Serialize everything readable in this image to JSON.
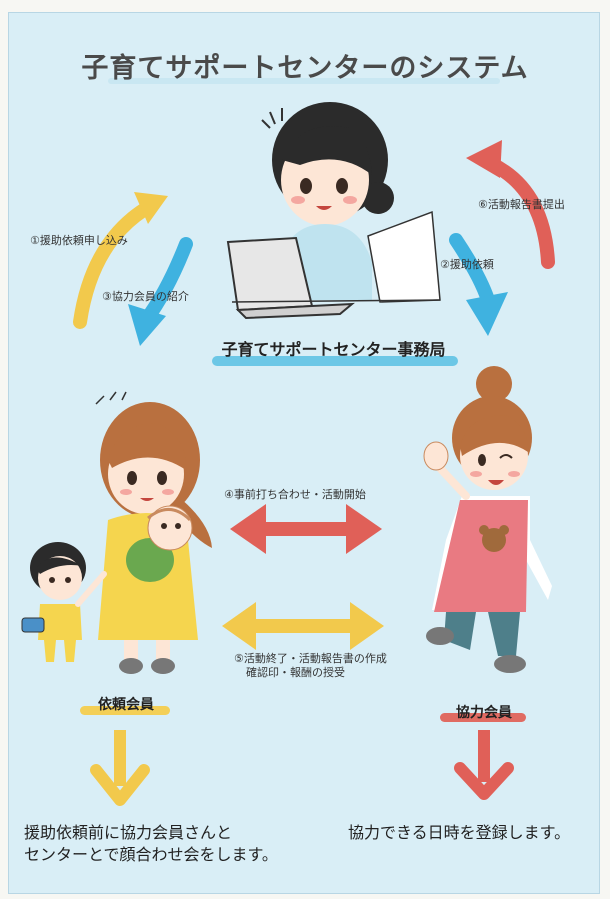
{
  "title": "子育てサポートセンターのシステム",
  "office": {
    "label": "子育てサポートセンター事務局"
  },
  "steps": {
    "s1": "①援助依頼申し込み",
    "s2": "②援助依頼",
    "s3": "③協力会員の紹介",
    "s4": "④事前打ち合わせ・活動開始",
    "s5_line1": "⑤活動終了・活動報告書の作成",
    "s5_line2": "確認印・報酬の授受",
    "s6": "⑥活動報告書提出"
  },
  "members": {
    "requester": "依頼会員",
    "helper": "協力会員"
  },
  "descriptions": {
    "requester_line1": "援助依頼前に協力会員さんと",
    "requester_line2": "センターとで顔合わせ会をします。",
    "helper": "協力できる日時を登録します。"
  },
  "colors": {
    "yellow_arrow": "#f2c94c",
    "blue_arrow": "#3fb2e0",
    "red_arrow": "#e06058",
    "background": "#d9eef6"
  },
  "icons": [
    "office-worker-illustration",
    "laptop-icon",
    "mother-with-baby-illustration",
    "toddler-illustration",
    "helper-woman-illustration"
  ]
}
